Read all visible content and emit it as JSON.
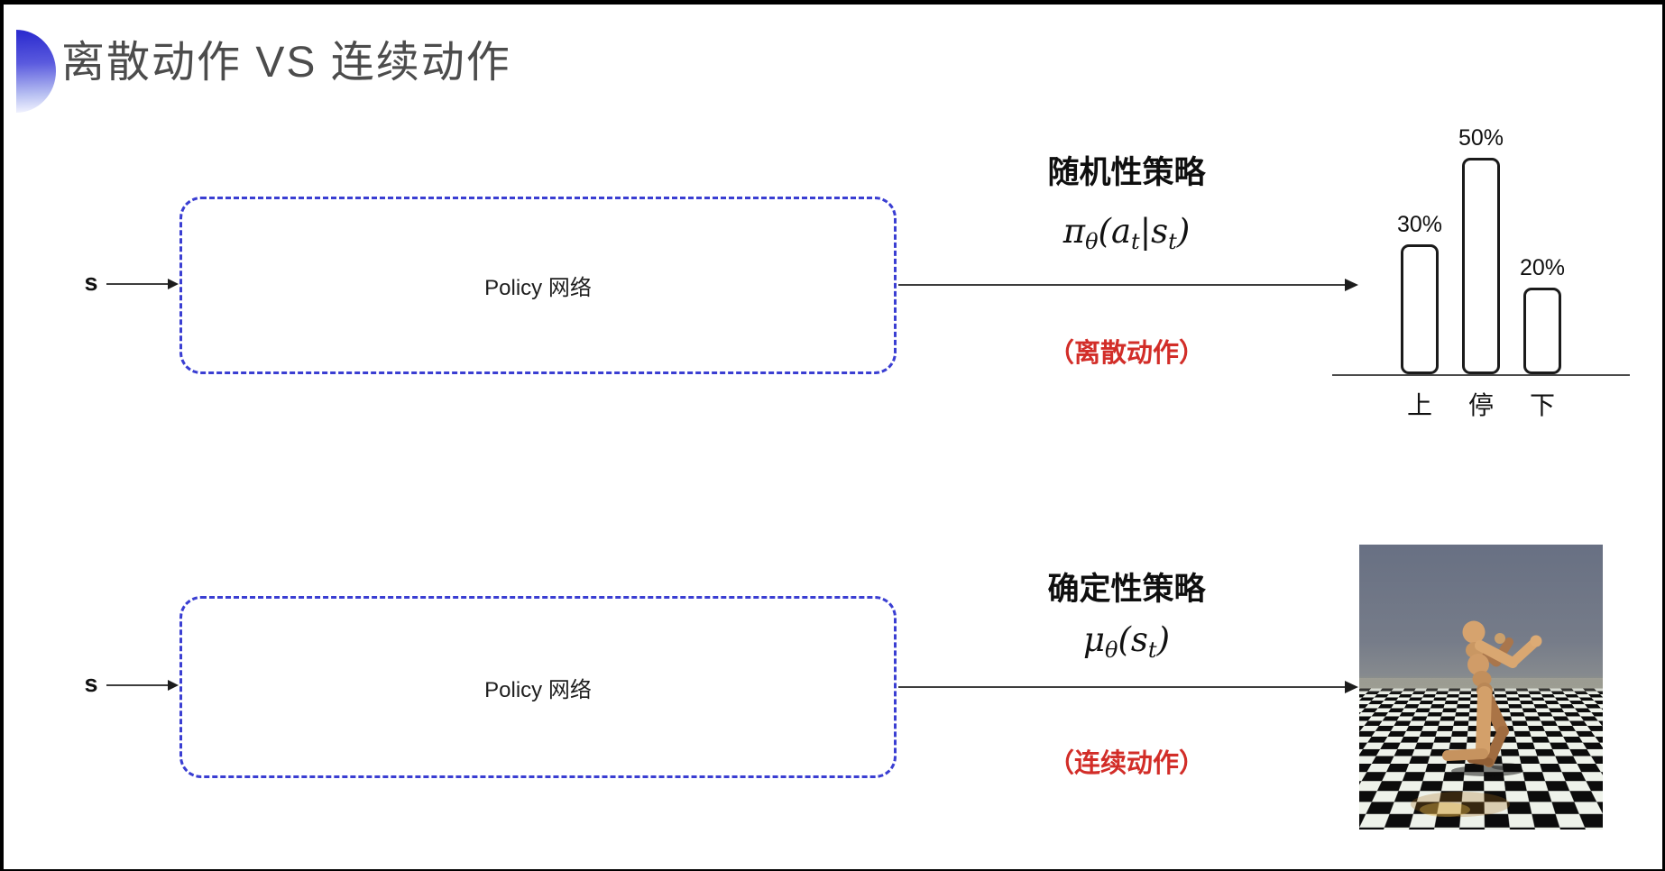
{
  "slide": {
    "title": "离散动作 VS 连续动作",
    "accent_color": "#3a3ad1",
    "title_color": "#4c4c4c"
  },
  "rows": [
    {
      "input_label": "s",
      "box_label": "Policy 网络",
      "policy_title": "随机性策略",
      "formula_text": "π_θ(a_t|s_t)",
      "formula": [
        [
          "π",
          false
        ],
        [
          "θ",
          true
        ],
        [
          "(",
          false
        ],
        [
          "a",
          false
        ],
        [
          "t",
          true
        ],
        [
          "|",
          false
        ],
        [
          "s",
          false
        ],
        [
          "t",
          true
        ],
        [
          ")",
          false
        ]
      ],
      "action_note": "（离散动作）"
    },
    {
      "input_label": "s",
      "box_label": "Policy 网络",
      "policy_title": "确定性策略",
      "formula_text": "μ_θ(s_t)",
      "formula": [
        [
          "μ",
          false
        ],
        [
          "θ",
          true
        ],
        [
          "(",
          false
        ],
        [
          "s",
          false
        ],
        [
          "t",
          true
        ],
        [
          ")",
          false
        ]
      ],
      "action_note": "（连续动作）"
    }
  ],
  "chart_data": {
    "type": "bar",
    "categories": [
      "上",
      "停",
      "下"
    ],
    "values": [
      30,
      50,
      20
    ],
    "labels": [
      "30%",
      "50%",
      "20%"
    ],
    "title": "",
    "xlabel": "",
    "ylabel": "",
    "ylim": [
      0,
      60
    ],
    "grid": false,
    "bar_fill": "#ffffff",
    "bar_stroke": "#1b1b1b"
  },
  "colors": {
    "dashed_box_border": "#3a3ed2",
    "note_red": "#d22d28",
    "arrow": "#3d3d3d",
    "sim_sky": "#6b7285",
    "sim_floor_dark": "#0c0c0c",
    "sim_floor_light": "#eef2ea",
    "sim_robot": "#cf9a66"
  }
}
